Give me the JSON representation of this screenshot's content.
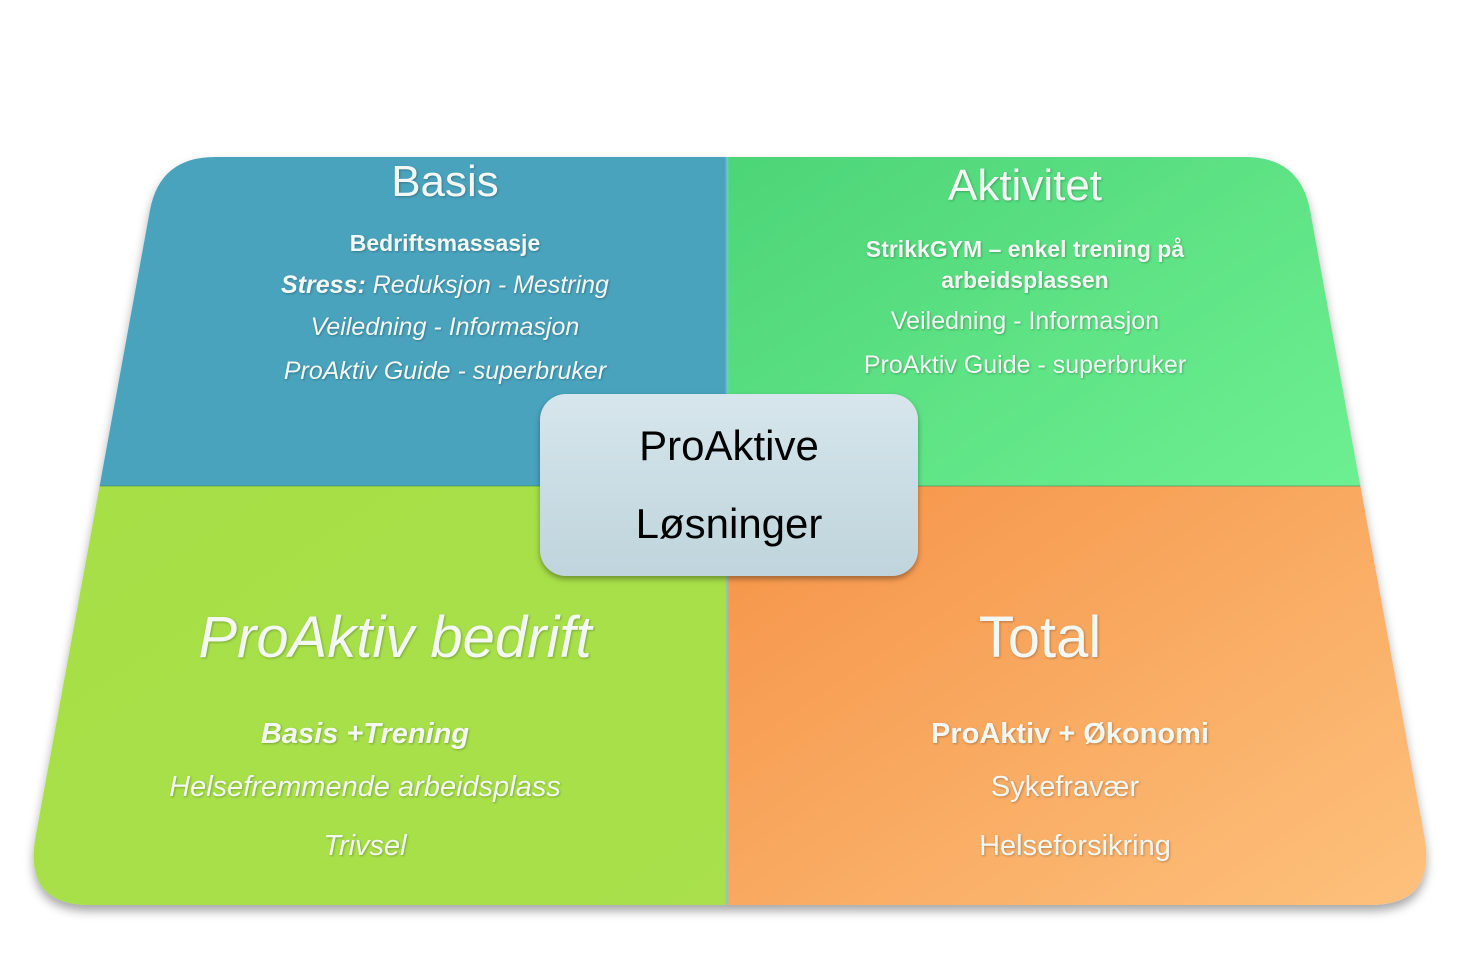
{
  "center": {
    "line1": "ProAktive",
    "line2": "Løsninger"
  },
  "quadrants": {
    "top_left": {
      "title": "Basis",
      "line1": "Bedriftsmassasje",
      "line2_bold": "Stress:",
      "line2_rest": " Reduksjon - Mestring",
      "line3": "Veiledning - Informasjon",
      "line4": "ProAktiv Guide - superbruker",
      "color": "#4aa3bd"
    },
    "top_right": {
      "title": "Aktivitet",
      "line1": "StrikkGYM – enkel trening på arbeidsplassen",
      "line2": "Veiledning - Informasjon",
      "line3": "ProAktiv Guide - superbruker",
      "color": "#4fd67a"
    },
    "bottom_left": {
      "title": "ProAktiv bedrift",
      "line1": "Basis +Trening",
      "line2": "Helsefremmende arbeidsplass",
      "line3": "Trivsel",
      "color": "#a8e04a"
    },
    "bottom_right": {
      "title": "Total",
      "line1": "ProAktiv + Økonomi",
      "line2": "Sykefravær",
      "line3": "Helseforsikring",
      "color": "#f89a4e"
    }
  }
}
